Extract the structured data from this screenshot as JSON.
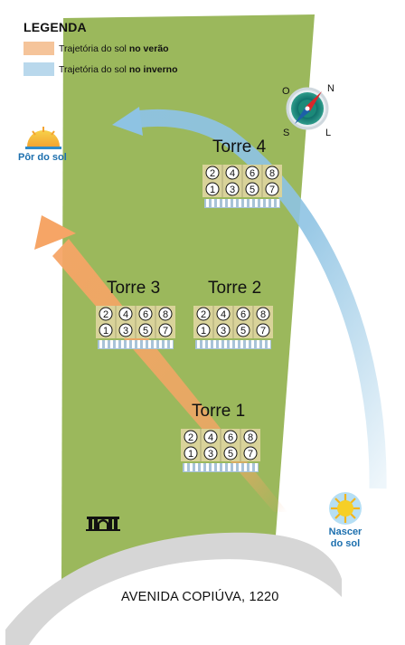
{
  "legend": {
    "title": "LEGENDA",
    "summer": {
      "prefix": "Trajetória do sol ",
      "bold": "no verão",
      "color": "#f5c49a"
    },
    "winter": {
      "prefix": "Trajetória do sol ",
      "bold": "no inverno",
      "color": "#b9d8ec"
    }
  },
  "colors": {
    "terrain": "#9bb85c",
    "summer_path": "#f6a566",
    "winter_path": "#8ec3e3",
    "road": "#d6d6d6",
    "tower_block": "#d9d39a",
    "compass_needle": "#d9262a"
  },
  "compass": {
    "n": "N",
    "s": "S",
    "l": "L",
    "o": "O"
  },
  "sunset_label": "Pôr do sol",
  "sunrise_label": [
    "Nascer",
    "do sol"
  ],
  "street": "AVENIDA COPIÚVA, 1220",
  "entrance_icon": "gate-icon",
  "towers": [
    {
      "name": "Torre 4",
      "units_top": [
        "2",
        "4",
        "6",
        "8"
      ],
      "units_bottom": [
        "1",
        "3",
        "5",
        "7"
      ]
    },
    {
      "name": "Torre 3",
      "units_top": [
        "2",
        "4",
        "6",
        "8"
      ],
      "units_bottom": [
        "1",
        "3",
        "5",
        "7"
      ]
    },
    {
      "name": "Torre 2",
      "units_top": [
        "2",
        "4",
        "6",
        "8"
      ],
      "units_bottom": [
        "1",
        "3",
        "5",
        "7"
      ]
    },
    {
      "name": "Torre 1",
      "units_top": [
        "2",
        "4",
        "6",
        "8"
      ],
      "units_bottom": [
        "1",
        "3",
        "5",
        "7"
      ]
    }
  ]
}
